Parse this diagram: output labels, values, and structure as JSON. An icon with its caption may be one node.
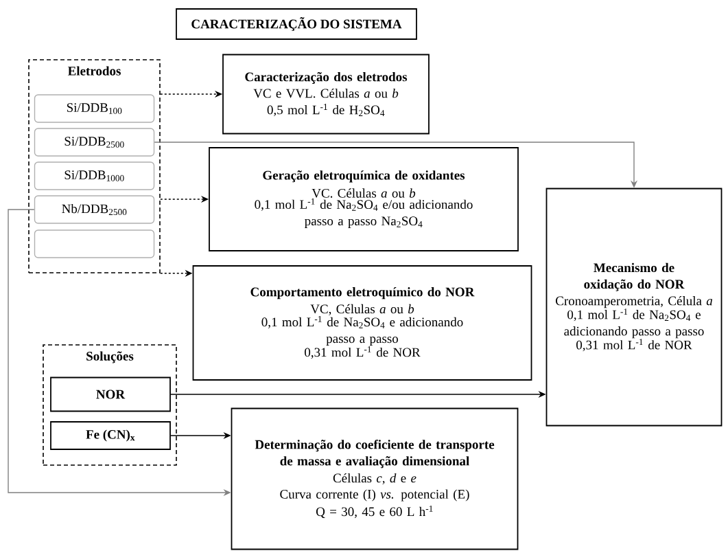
{
  "diagram": {
    "nodes": [
      {
        "text": [
          "CARACTERIZAÇÃO DO SISTEMA"
        ]
      },
      {
        "text": [
          "Eletrodos"
        ]
      },
      {
        "text": [
          "Si/DDB$_{100}$"
        ],
        "in": 1
      },
      {
        "text": [
          "Si/DDB$_{2500}$"
        ],
        "in": 1
      },
      {
        "text": [
          "Si/DDB$_{1000}$"
        ],
        "in": 1
      },
      {
        "text": [
          "Nb/DDB$_{2500}$"
        ],
        "in": 1
      },
      {
        "text": [],
        "shape": "box",
        "in": 1
      },
      {
        "text": [
          "Caracterização dos eletrodos",
          "VC e VVL. Células *a* ou *b*",
          "0,5 mol L$^{-1}$ de H$_{2}$SO$_{4}$"
        ]
      },
      {
        "text": [
          "Geração eletroquímica de oxidantes",
          "VC. Células *a* ou *b*",
          "0,1 mol L$^{-1}$ de Na$_{2}$SO$_{4}$ e/ou adicionando passo a passo Na$_{2}$SO$_{4}$"
        ]
      },
      {
        "text": [
          "Comportamento eletroquímico do NOR",
          "VC, Células *a* ou *b*",
          "0,1 mol L$^{-1}$ de Na$_{2}$SO$_{4}$ e adicionando passo a passo",
          "0,31 mol L$^{-1}$ de NOR"
        ]
      },
      {
        "text": [
          "Mecanismo de oxidação do NOR",
          "Cronoamperometria, Célula *a*",
          "0,1 mol L$^{-1}$ de Na$_{2}$SO$_{4}$ e adicionando passo a passo",
          "0,31 mol L$^{-1}$ de NOR"
        ]
      },
      {
        "text": [
          "Soluções"
        ]
      },
      {
        "text": [
          "NOR"
        ],
        "in": 11
      },
      {
        "text": [
          "Fe (CN)$_{x}$"
        ],
        "in": 11
      },
      {
        "text": [
          "Determinação do coeficiente de transporte de massa e avaliação dimensional",
          "Células *c*, *d* e *e*",
          "Curva corrente (I) *vs.* potencial (E)",
          "Q = 30, 45 e 60 L h$^{-1}$"
        ]
      }
    ],
    "edges": [
      {
        "from": 1,
        "to": 7,
        "arrow": "to",
        "style": "dashed"
      },
      {
        "from": 1,
        "to": 8,
        "arrow": "to",
        "style": "dashed"
      },
      {
        "from": 1,
        "to": 9,
        "arrow": "to",
        "style": "dashed"
      },
      {
        "from": 3,
        "to": 10,
        "arrow": "to",
        "color": "#808080"
      },
      {
        "from": 5,
        "to": 14,
        "arrow": "to",
        "color": "#808080"
      },
      {
        "from": 12,
        "to": 10,
        "arrow": "to"
      },
      {
        "from": 13,
        "to": 14,
        "arrow": "to"
      }
    ]
  }
}
